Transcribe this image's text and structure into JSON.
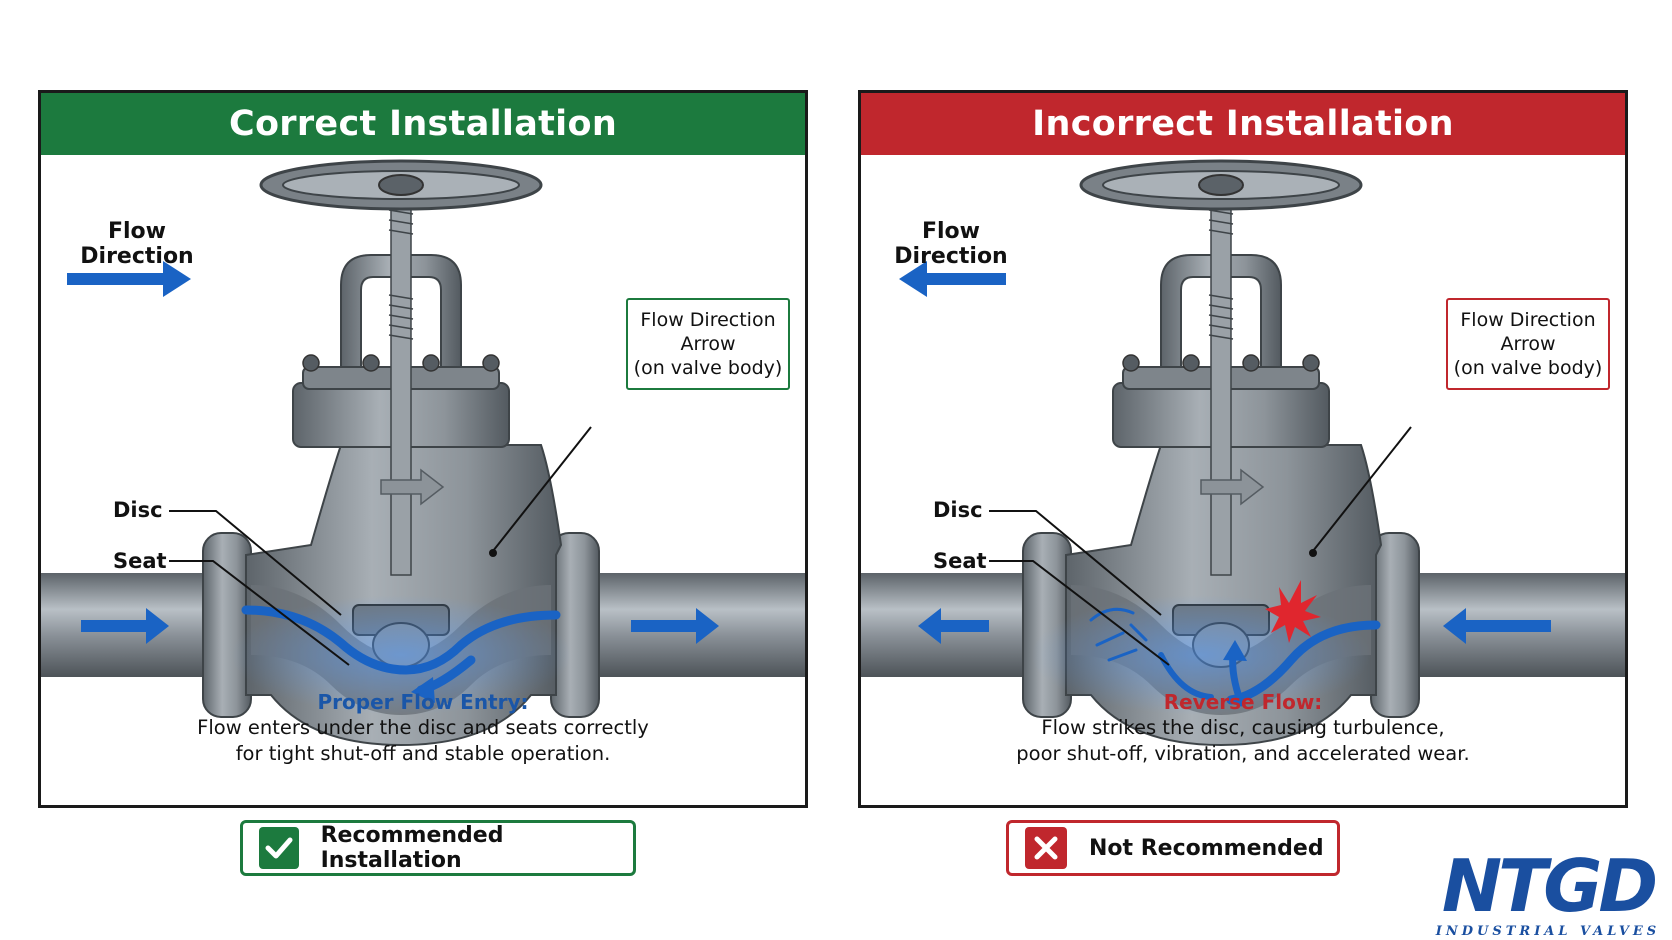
{
  "left_panel": {
    "title": "Correct Installation",
    "flow_direction": "Flow Direction",
    "callout": [
      "Flow Direction",
      "Arrow",
      "(on valve body)"
    ],
    "disc_label": "Disc",
    "seat_label": "Seat",
    "caption_title": "Proper Flow Entry:",
    "caption_lines": [
      "Flow enters under the disc and seats correctly",
      "for tight shut-off and stable operation."
    ],
    "badge": "Recommended Installation"
  },
  "right_panel": {
    "title": "Incorrect Installation",
    "flow_direction": "Flow Direction",
    "callout": [
      "Flow Direction",
      "Arrow",
      "(on valve body)"
    ],
    "disc_label": "Disc",
    "seat_label": "Seat",
    "caption_title": "Reverse Flow:",
    "caption_lines": [
      "Flow strikes the disc, causing turbulence,",
      "poor shut-off, vibration, and accelerated wear."
    ],
    "badge": "Not Recommended"
  },
  "logo": {
    "brand": "NTGD",
    "tagline": "INDUSTRIAL VALVES"
  },
  "colors": {
    "green": "#1c7a3e",
    "red": "#c0272d",
    "flow_blue": "#1a63c4",
    "metal": "#7f868d"
  },
  "icons": {
    "recommended": "check-icon",
    "not_recommended": "cross-icon"
  }
}
